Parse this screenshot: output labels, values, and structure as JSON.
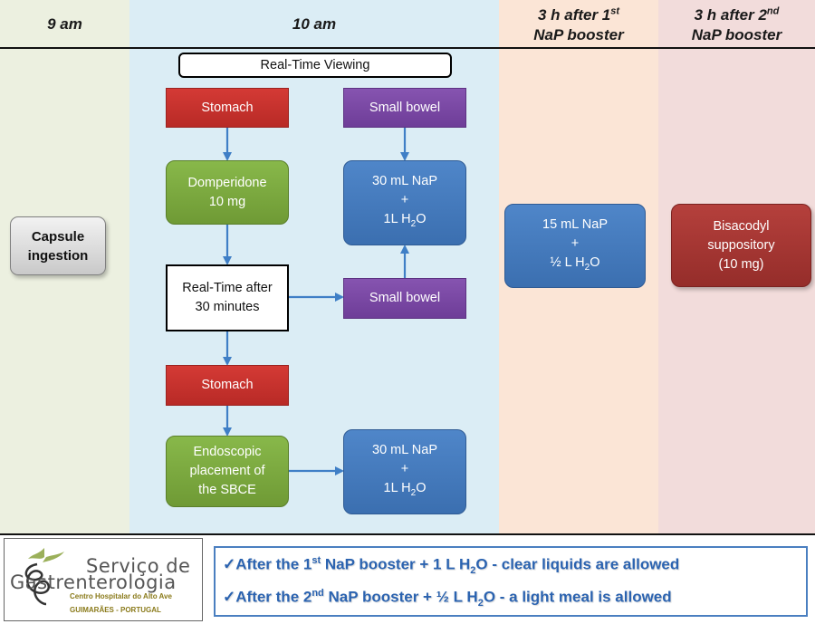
{
  "columns": {
    "col1": {
      "label": "9 am"
    },
    "col2": {
      "label": "10 am"
    },
    "col3": {
      "line1_pre": "3 h after 1",
      "line1_sup": "st",
      "line2": "NaP booster"
    },
    "col4": {
      "line1_pre": "3 h after 2",
      "line1_sup": "nd",
      "line2": "NaP booster"
    }
  },
  "nodes": {
    "real_time_viewing": "Real-Time Viewing",
    "stomach_top": "Stomach",
    "small_bowel_top": "Small bowel",
    "domperidone_l1": "Domperidone",
    "domperidone_l2": "10 mg",
    "nap_top_l1": "30 mL NaP",
    "nap_top_l2": "+",
    "nap_top_l3_pre": "1L H",
    "nap_top_l3_sub": "2",
    "nap_top_l3_post": "O",
    "capsule_l1": "Capsule",
    "capsule_l2": "ingestion",
    "realtime_after_l1": "Real-Time after",
    "realtime_after_l2": "30 minutes",
    "small_bowel_mid": "Small bowel",
    "stomach_bottom": "Stomach",
    "endoscopic_l1": "Endoscopic",
    "endoscopic_l2": "placement  of",
    "endoscopic_l3": "the SBCE",
    "nap_bottom_l1": "30 mL NaP",
    "nap_bottom_l2": "+",
    "nap_bottom_l3_pre": "1L H",
    "nap_bottom_l3_sub": "2",
    "nap_bottom_l3_post": "O",
    "booster1_l1": "15 mL NaP",
    "booster1_l2": "+",
    "booster1_l3_pre": "½ L H",
    "booster1_l3_sub": "2",
    "booster1_l3_post": "O",
    "bisacodyl_l1": "Bisacodyl",
    "bisacodyl_l2": "suppository",
    "bisacodyl_l3": "(10 mg)"
  },
  "logo": {
    "line1": "Serviço de",
    "line2": "Gastrenterologia",
    "line3": "Centro Hospitalar do Alto Ave",
    "line4": "GUIMARÃES  -  PORTUGAL"
  },
  "notes": {
    "note1_check": "✓",
    "note1_a": "After the 1",
    "note1_sup": "st",
    "note1_b": " NaP booster + 1 L H",
    "note1_sub": "2",
    "note1_c": "O - clear liquids are allowed",
    "note2_check": "✓",
    "note2_a": "After the 2",
    "note2_sup": "nd",
    "note2_b": " NaP booster + ½ L H",
    "note2_sub": "2",
    "note2_c": "O - a light meal is allowed"
  },
  "colors": {
    "col_9am": "#ecf0e0",
    "col_10am": "#dbedf5",
    "col_booster1": "#fbe5d6",
    "col_booster2": "#f2dcdb",
    "arrow": "#3f7fc6",
    "note_text": "#2b63b0"
  }
}
